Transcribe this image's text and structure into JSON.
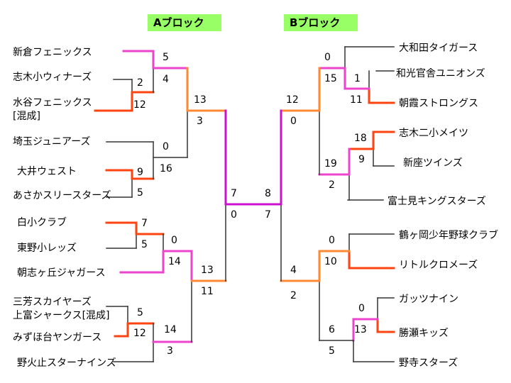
{
  "blocks": {
    "a": "Aブロック",
    "b": "Bブロック"
  },
  "colors": {
    "black": "#333333",
    "red": "#ff4411",
    "pink": "#ee44cc",
    "orange": "#ff8833",
    "magenta": "#cc11cc",
    "label_bg": "#99ff66"
  },
  "teams": {
    "a1": "新倉フェニックス",
    "a2": "志木小ウィナーズ",
    "a3": "水谷フェニックス",
    "a3b": "[混成]",
    "a4": "埼玉ジュニアーズ",
    "a5": "大井ウェスト",
    "a6": "あさかスリースターズ",
    "a7": "白小クラブ",
    "a8": "東野小レッズ",
    "a9": "朝志ヶ丘ジャガース",
    "a10": "三芳スカイヤーズ",
    "a10b": "上富シャークス[混成]",
    "a11": "みずほ台ヤンガース",
    "a12": "野火止スターナインズ",
    "b1": "大和田タイガース",
    "b2": "和光官舎ユニオンズ",
    "b3": "朝霞ストロングス",
    "b4": "志木二小メイツ",
    "b5": "新座ツインズ",
    "b6": "富士見キングスターズ",
    "b7": "鶴ヶ岡少年野球クラブ",
    "b8": "リトルクロメーズ",
    "b9": "ガッツナイン",
    "b10": "勝瀬キッズ",
    "b11": "野寺スターズ"
  },
  "scores": {
    "s_a23_top": "2",
    "s_a23_bot": "12",
    "s_a1_top": "5",
    "s_a1_bot": "4",
    "s_a56_top": "9",
    "s_a56_bot": "5",
    "s_a4_top": "0",
    "s_a4_bot": "16",
    "s_aq1_top": "13",
    "s_aq1_bot": "3",
    "s_a78_top": "7",
    "s_a78_bot": "5",
    "s_a9_top": "0",
    "s_a9_bot": "14",
    "s_a1011_top": "5",
    "s_a1011_bot": "12",
    "s_a12_top": "14",
    "s_a12_bot": "3",
    "s_aq2_top": "13",
    "s_aq2_bot": "11",
    "s_af_top": "7",
    "s_af_bot": "0",
    "s_b23_top": "1",
    "s_b23_bot": "11",
    "s_b1_top": "0",
    "s_b1_bot": "15",
    "s_b45_top": "18",
    "s_b45_bot": "9",
    "s_b6_top": "19",
    "s_b6_bot": "2",
    "s_bq1_top": "12",
    "s_bq1_bot": "0",
    "s_b78_top": "0",
    "s_b78_bot": "10",
    "s_b910_top": "0",
    "s_b910_bot": "13",
    "s_b11_top": "6",
    "s_b11_bot": "5",
    "s_bq2_top": "4",
    "s_bq2_bot": "2",
    "s_bf_top": "8",
    "s_bf_bot": "7"
  }
}
